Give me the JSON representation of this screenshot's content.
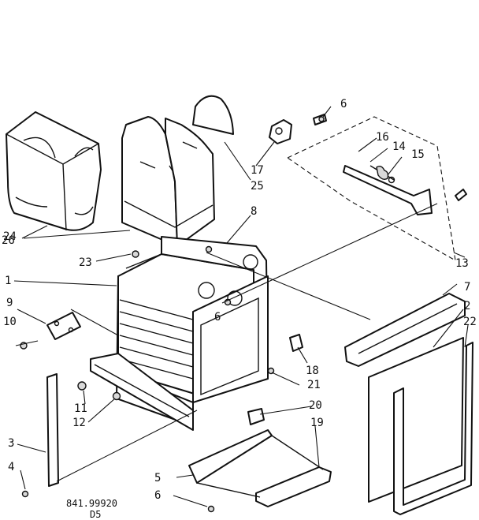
{
  "diagram": {
    "callouts": [
      "26",
      "24",
      "25",
      "17",
      "6",
      "16",
      "14",
      "15",
      "8",
      "23",
      "1",
      "9",
      "10",
      "6",
      "7",
      "2",
      "22",
      "13",
      "18",
      "21",
      "20",
      "19",
      "11",
      "12",
      "3",
      "4",
      "5",
      "6"
    ],
    "drawing_number": "841.99920",
    "drawing_code": "D5"
  }
}
